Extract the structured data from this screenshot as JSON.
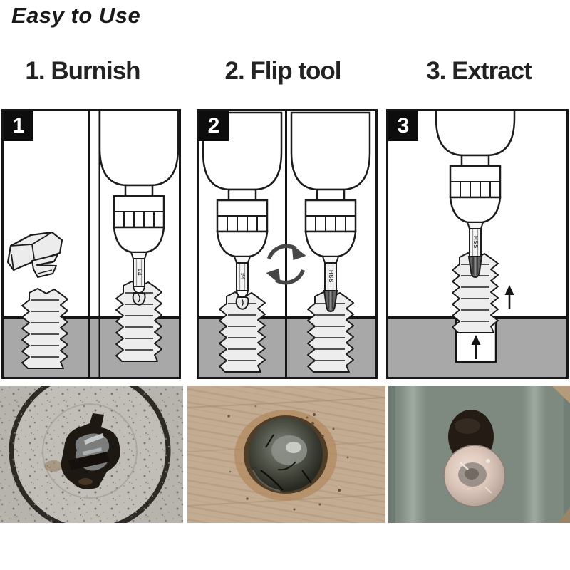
{
  "page": {
    "title": "Easy to Use",
    "background": "#ffffff"
  },
  "steps": [
    {
      "heading": "1. Burnish",
      "badge": "1",
      "bit_label": "#4"
    },
    {
      "heading": "2. Flip tool",
      "badge": "2",
      "bit_label_left": "#4",
      "bit_label_right": "HSS"
    },
    {
      "heading": "3. Extract",
      "badge": "3",
      "bit_label": "HSS"
    }
  ],
  "diagram": {
    "floor_color": "#a8a8a8",
    "outline_color": "#1c1c1c",
    "screw_fill": "#ededed",
    "rotate_icon_color": "#474747",
    "badge_bg": "#0d0d0d",
    "badge_text_color": "#ffffff"
  },
  "photos": [
    {
      "name": "stripped-screw-in-gray-metal"
    },
    {
      "name": "stripped-screw-in-wood"
    },
    {
      "name": "stripped-screw-in-green-metal"
    }
  ]
}
